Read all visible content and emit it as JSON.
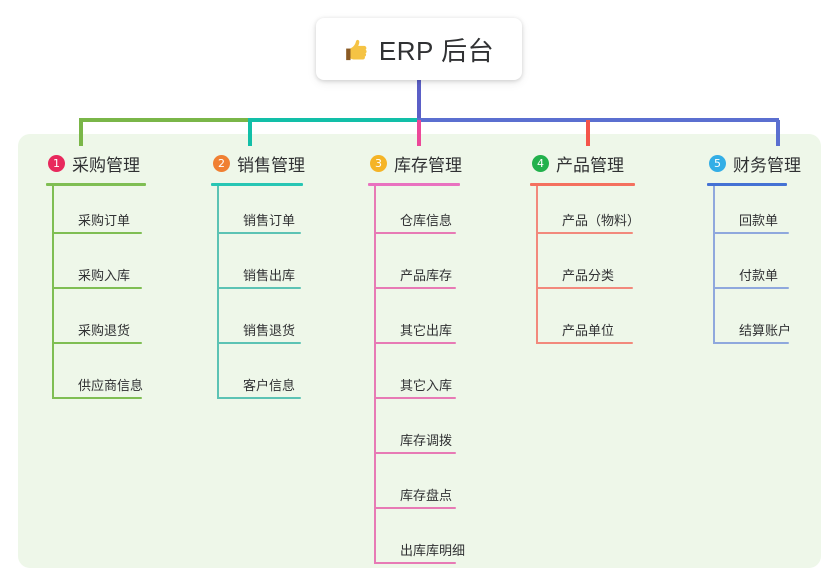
{
  "root": {
    "icon": "thumbs-up-icon",
    "title": "ERP 后台"
  },
  "colors": {
    "panel_background": "#eef7e9",
    "page_background": "#ffffff",
    "root_stem": "#5b5fc7",
    "text": "#303133"
  },
  "columns": [
    {
      "number": "1",
      "label": "采购管理",
      "badge_color": "#e8295d",
      "rule_color": "#7fbe53",
      "line_color": "#7fbe53",
      "connector_color": "#7ab648",
      "items": [
        "采购订单",
        "采购入库",
        "采购退货",
        "供应商信息"
      ]
    },
    {
      "number": "2",
      "label": "销售管理",
      "badge_color": "#f08033",
      "rule_color": "#27c6b4",
      "line_color": "#5cc3b4",
      "connector_color": "#12bfa8",
      "items": [
        "销售订单",
        "销售出库",
        "销售退货",
        "客户信息"
      ]
    },
    {
      "number": "3",
      "label": "库存管理",
      "badge_color": "#f5b426",
      "rule_color": "#e972c0",
      "line_color": "#e77ab5",
      "connector_color": "#ec4899",
      "items": [
        "仓库信息",
        "产品库存",
        "其它出库",
        "其它入库",
        "库存调拨",
        "库存盘点",
        "出库库明细"
      ]
    },
    {
      "number": "4",
      "label": "产品管理",
      "badge_color": "#22b14c",
      "rule_color": "#f4705f",
      "line_color": "#f2897c",
      "connector_color": "#f4544a",
      "items": [
        "产品（物料）",
        "产品分类",
        "产品单位"
      ]
    },
    {
      "number": "5",
      "label": "财务管理",
      "badge_color": "#33aee6",
      "rule_color": "#4472d4",
      "line_color": "#8fa8dd",
      "connector_color": "#5b6fd0",
      "items": [
        "回款单",
        "付款单",
        "结算账户"
      ]
    }
  ],
  "bus": {
    "segments": [
      {
        "name": "bus-segment-green",
        "color": "#7ab648"
      },
      {
        "name": "bus-segment-teal",
        "color": "#12bfa8"
      },
      {
        "name": "bus-segment-indigo",
        "color": "#5b6fd0"
      }
    ]
  }
}
